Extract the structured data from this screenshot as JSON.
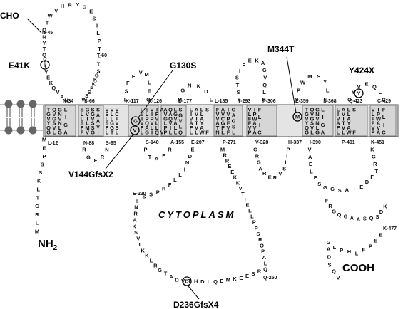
{
  "annotations": {
    "cho": "CHO",
    "e41k": "E41K",
    "g130s": "G130S",
    "m344t": "M344T",
    "y424x": "Y424X",
    "v144gfsx2": "V144GfsX2",
    "d236gfsx4": "D236GfsX4",
    "nh2": "NH",
    "nh2_sub": "2",
    "cooh": "COOH",
    "cytoplasm": "CYTOPLASM"
  },
  "position_labels": {
    "n45": "N-45",
    "t60": "T-60",
    "n34": "N-34",
    "s66": "S-66",
    "k117": "K-117",
    "r126": "R-126",
    "d177": "D-177",
    "l185": "L-185",
    "y293": "Y-293",
    "p306": "P-306",
    "e359": "E-359",
    "s368": "S-368",
    "q423": "Q-423",
    "c429": "C-429",
    "l12": "L-12",
    "n88": "N-88",
    "s95": "S-95",
    "s148": "S-148",
    "a155": "A-155",
    "e207": "E-207",
    "p271": "P-271",
    "v328": "V-328",
    "h337": "H-337",
    "i390": "I-390",
    "p401": "P-401",
    "k451": "K-451",
    "e220": "E-220",
    "q250": "Q-250",
    "k477": "K-477"
  },
  "sequences": {
    "nterm": "MEPSSKLTGRLM",
    "loop1_ext": "NAVQKEYIVQTYN",
    "loop_cho_top": "QTWVHRYGESILPTLT",
    "loop2_ext": "SGKKPSSW",
    "loop3_ext": "LSFFVMLEG",
    "loop4_ext": "MGNKDL",
    "loop5_ext": "YSTSIFEKAGVQLG",
    "loop6_ext": "YPWMSYLE",
    "loop7_ext": "GYVEQLC",
    "n88_loop": "RGFRN",
    "s148_loop": "PTAFR",
    "cyto_a": "ENRAKSVLKKLRGTADVTHDLQEMKEESRQ",
    "cyto_b": "EDNILLFRPSS",
    "cyto_c": "LAPQRSPPLLEITVKKEERRM",
    "cyto_d": "GRGARERVSIIP",
    "cterm_a": "VAELFSGGSAIEDFTRGK",
    "cterm_b": "FRGQGAASQSDK",
    "cterm_c": "EEPFLHPLGADSQV",
    "tm1": "TGVYQGLVSGVQGNVNLGAGIL",
    "tm2": "SLLSFFVMLIVGSGVSSGIVAAS",
    "tm3": "VSLSFLTGGLLVVCFVSL",
    "tm4": "LVIVFLGAQPLSVIPVLIQLLVFIAV",
    "tm5": "AVGLPPLIVQAQLGVALLQLVGS",
    "tm6": "LIVAFLLVTIVALLAYAWFS",
    "tm7": "FVVATNLFGCVAIVPFVFLSGAG",
    "tm8": "VLFFVPAVAWPIFLIC"
  },
  "highlighted_residues": {
    "e41k": "E",
    "g130s": "G",
    "v144": "V",
    "m344t": "M",
    "y424x": "Y",
    "d236": "D"
  }
}
